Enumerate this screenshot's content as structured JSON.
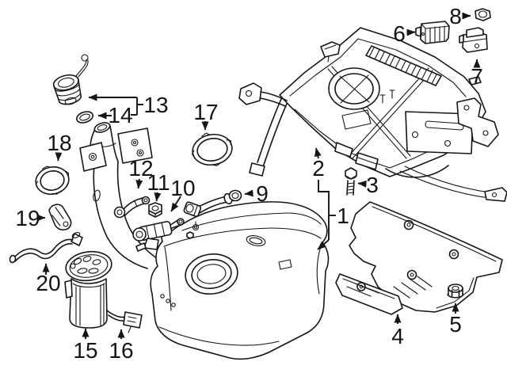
{
  "colors": {
    "background": "#ffffff",
    "ink": "#161616"
  },
  "callouts": [
    {
      "id": 1,
      "label": "1"
    },
    {
      "id": 2,
      "label": "2"
    },
    {
      "id": 3,
      "label": "3"
    },
    {
      "id": 4,
      "label": "4"
    },
    {
      "id": 5,
      "label": "5"
    },
    {
      "id": 6,
      "label": "6"
    },
    {
      "id": 7,
      "label": "7"
    },
    {
      "id": 8,
      "label": "8"
    },
    {
      "id": 9,
      "label": "9"
    },
    {
      "id": 10,
      "label": "10"
    },
    {
      "id": 11,
      "label": "11"
    },
    {
      "id": 12,
      "label": "12"
    },
    {
      "id": 13,
      "label": "13"
    },
    {
      "id": 14,
      "label": "14"
    },
    {
      "id": 15,
      "label": "15"
    },
    {
      "id": 16,
      "label": "16"
    },
    {
      "id": 17,
      "label": "17"
    },
    {
      "id": 18,
      "label": "18"
    },
    {
      "id": 19,
      "label": "19"
    },
    {
      "id": 20,
      "label": "20"
    }
  ]
}
